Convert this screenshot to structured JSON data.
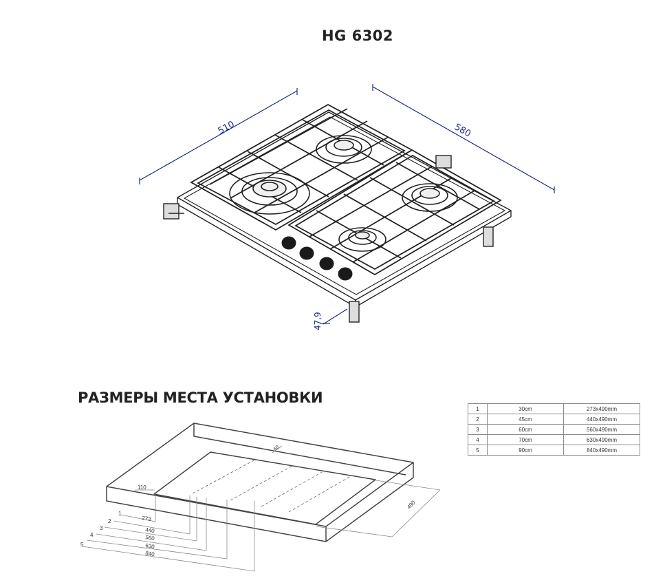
{
  "model_title": "HG 6302",
  "top_drawing": {
    "dims": {
      "width": "510",
      "depth": "580",
      "height": "47,9"
    }
  },
  "installation": {
    "title": "РАЗМЕРЫ МЕСТА УСТАНОВКИ",
    "labels": {
      "gap": "60",
      "side": "110",
      "depth": "490",
      "rows": [
        {
          "num": "1",
          "value": "273"
        },
        {
          "num": "2",
          "value": "440"
        },
        {
          "num": "3",
          "value": "560"
        },
        {
          "num": "4",
          "value": "630"
        },
        {
          "num": "5",
          "value": "840"
        }
      ]
    },
    "table": [
      {
        "num": "1",
        "size": "30cm",
        "cutout": "273x490mm"
      },
      {
        "num": "2",
        "size": "45cm",
        "cutout": "440x490mm"
      },
      {
        "num": "3",
        "size": "60cm",
        "cutout": "560x490mm"
      },
      {
        "num": "4",
        "size": "70cm",
        "cutout": "630x490mm"
      },
      {
        "num": "5",
        "size": "90cm",
        "cutout": "840x490mm"
      }
    ]
  },
  "colors": {
    "dimension_line": "#1d2a8c",
    "drawing_line": "#222222",
    "thin_line": "#777777"
  }
}
